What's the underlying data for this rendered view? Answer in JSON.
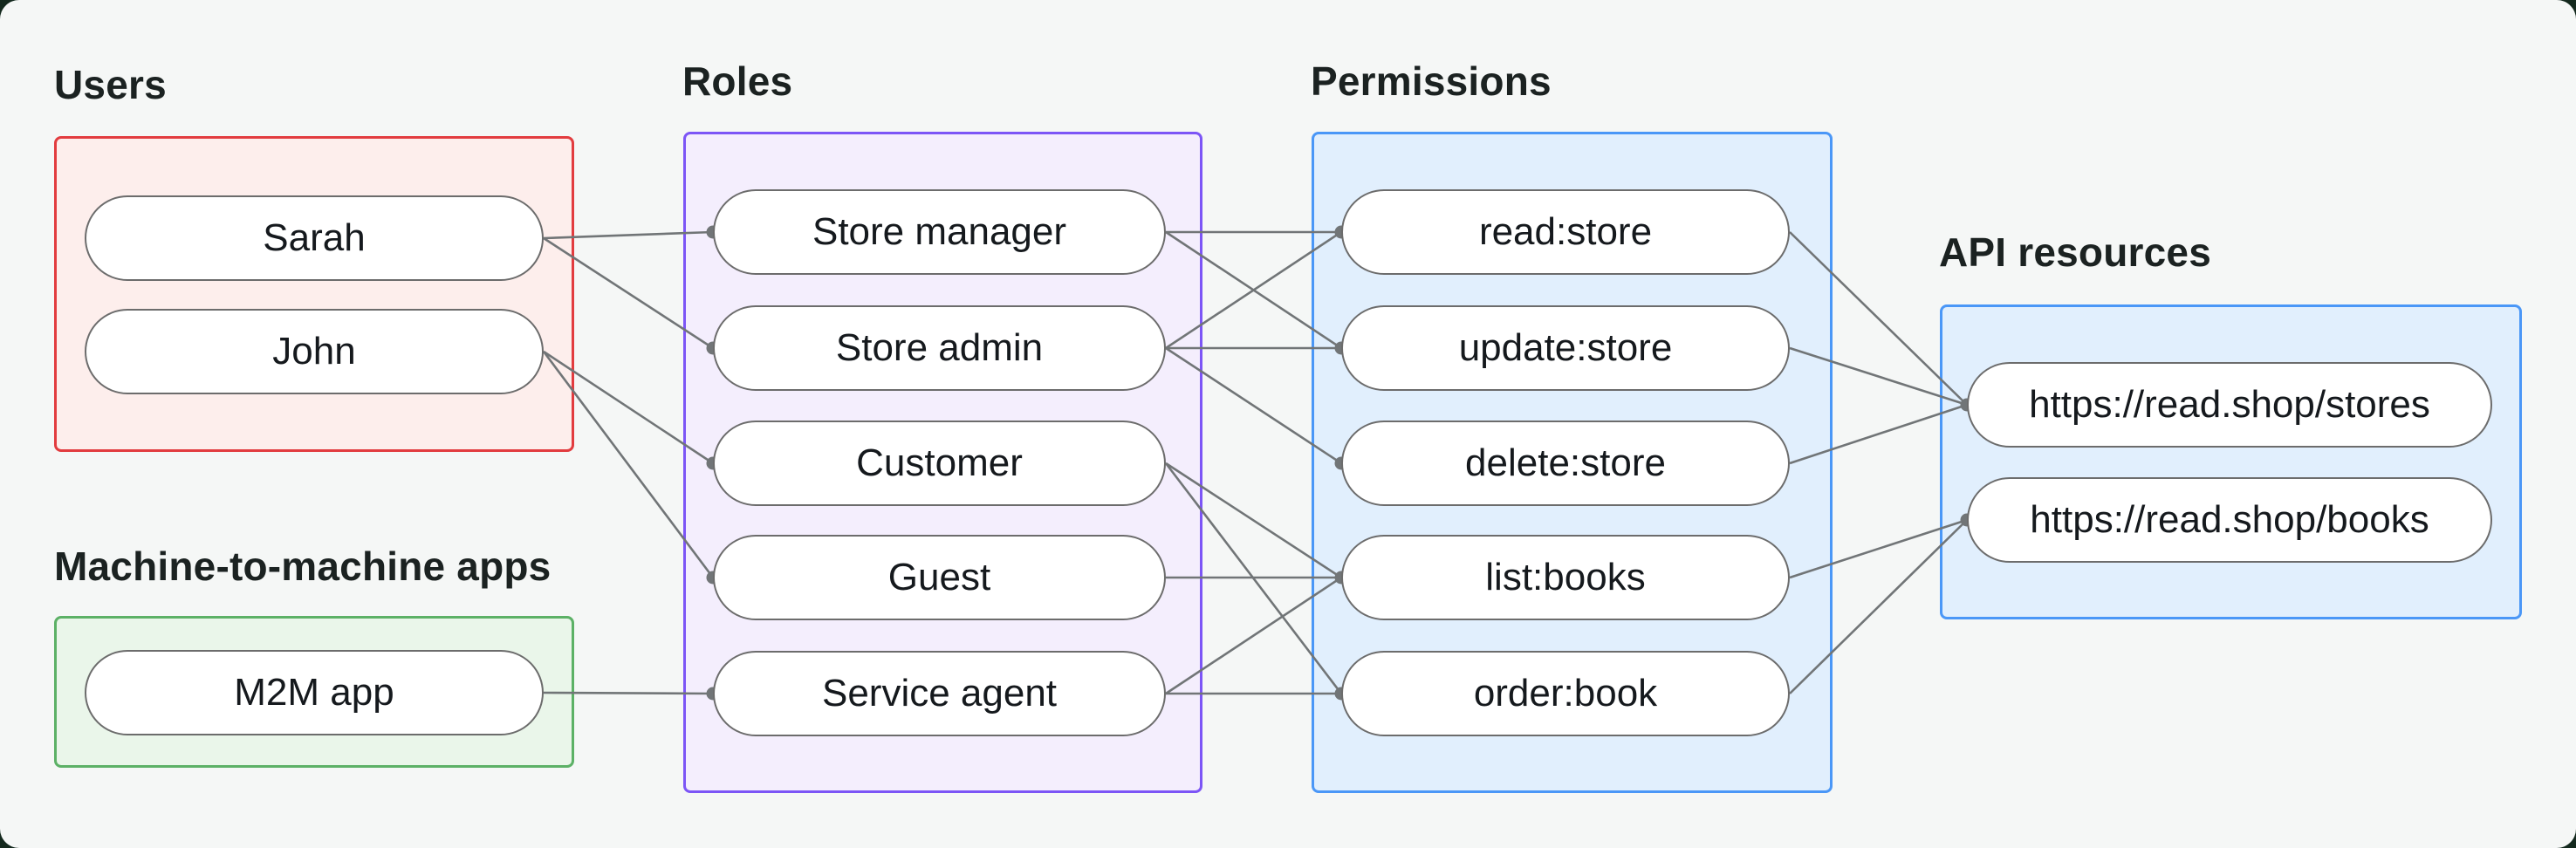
{
  "groups": {
    "users": {
      "label": "Users"
    },
    "m2m": {
      "label": "Machine-to-machine apps"
    },
    "roles": {
      "label": "Roles"
    },
    "permissions": {
      "label": "Permissions"
    },
    "api": {
      "label": "API resources"
    }
  },
  "nodes": {
    "sarah": {
      "label": "Sarah",
      "group": "users"
    },
    "john": {
      "label": "John",
      "group": "users"
    },
    "m2m_app": {
      "label": "M2M app",
      "group": "m2m"
    },
    "store_manager": {
      "label": "Store manager",
      "group": "roles"
    },
    "store_admin": {
      "label": "Store admin",
      "group": "roles"
    },
    "customer": {
      "label": "Customer",
      "group": "roles"
    },
    "guest": {
      "label": "Guest",
      "group": "roles"
    },
    "service_agent": {
      "label": "Service agent",
      "group": "roles"
    },
    "read_store": {
      "label": "read:store",
      "group": "permissions"
    },
    "update_store": {
      "label": "update:store",
      "group": "permissions"
    },
    "delete_store": {
      "label": "delete:store",
      "group": "permissions"
    },
    "list_books": {
      "label": "list:books",
      "group": "permissions"
    },
    "order_book": {
      "label": "order:book",
      "group": "permissions"
    },
    "stores_api": {
      "label": "https://read.shop/stores",
      "group": "api"
    },
    "books_api": {
      "label": "https://read.shop/books",
      "group": "api"
    }
  },
  "edges": [
    [
      "sarah",
      "store_manager"
    ],
    [
      "sarah",
      "store_admin"
    ],
    [
      "john",
      "customer"
    ],
    [
      "john",
      "guest"
    ],
    [
      "m2m_app",
      "service_agent"
    ],
    [
      "store_manager",
      "read_store"
    ],
    [
      "store_manager",
      "update_store"
    ],
    [
      "store_admin",
      "read_store"
    ],
    [
      "store_admin",
      "update_store"
    ],
    [
      "store_admin",
      "delete_store"
    ],
    [
      "customer",
      "list_books"
    ],
    [
      "customer",
      "order_book"
    ],
    [
      "guest",
      "list_books"
    ],
    [
      "service_agent",
      "list_books"
    ],
    [
      "service_agent",
      "order_book"
    ],
    [
      "read_store",
      "stores_api"
    ],
    [
      "update_store",
      "stores_api"
    ],
    [
      "delete_store",
      "stores_api"
    ],
    [
      "list_books",
      "books_api"
    ],
    [
      "order_book",
      "books_api"
    ]
  ],
  "colors": {
    "canvas": "#f5f7f6",
    "frame": "#14291e",
    "text": "#1b2221",
    "users_border": "#e23c3f",
    "users_fill": "#fdeeec",
    "m2m_border": "#5cb166",
    "m2m_fill": "#eaf6ea",
    "roles_border": "#7c55f6",
    "roles_fill": "#f4eefd",
    "blue_border": "#4a97f7",
    "blue_fill": "#e1effd",
    "edge": "#717577",
    "node_border": "#6c6c6c"
  }
}
